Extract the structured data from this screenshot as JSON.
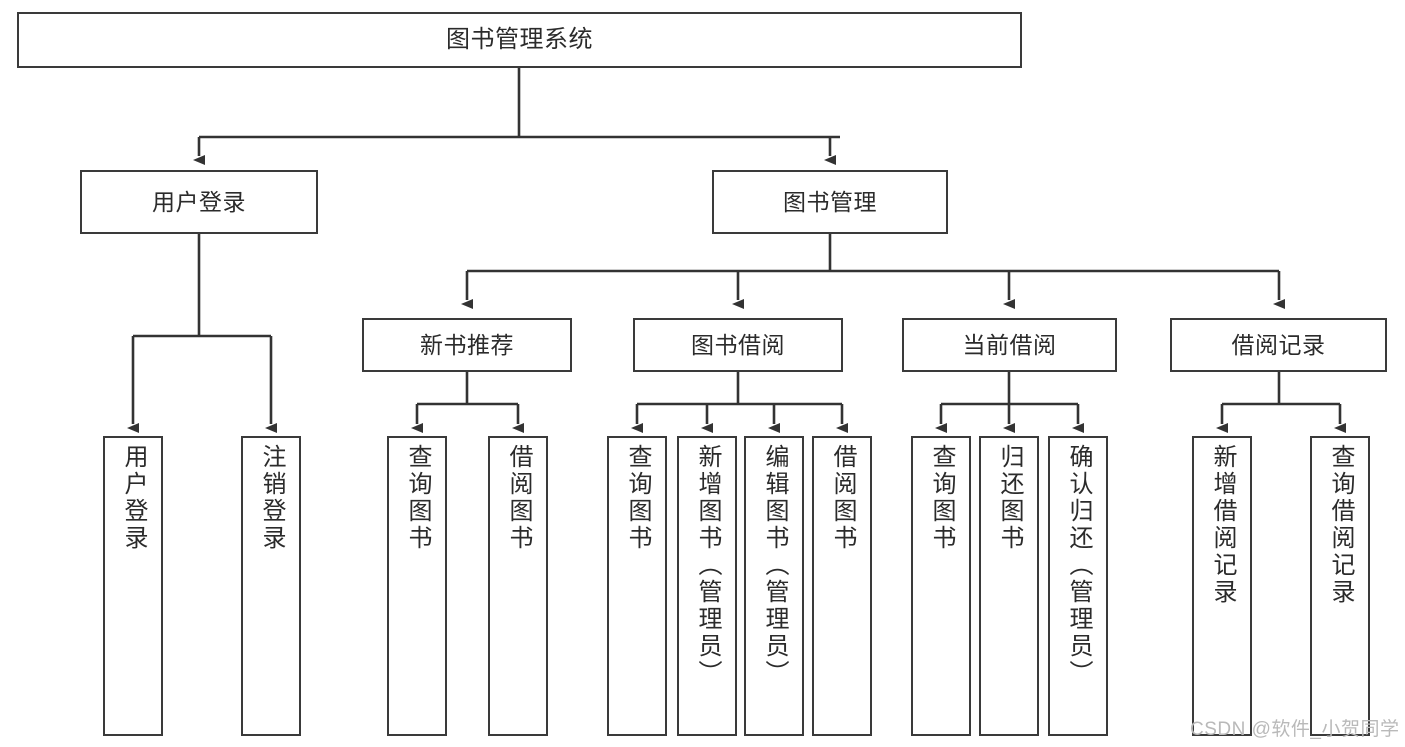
{
  "diagram": {
    "title": "图书管理系统",
    "type": "tree-hierarchy-chart",
    "colors": {
      "box_border": "#3a3a3a",
      "box_fill": "#ffffff",
      "edge": "#333333",
      "text": "#2b2b2b",
      "watermark": "#b9b9b9",
      "background": "#ffffff"
    },
    "levels": {
      "root": {
        "label": "图书管理系统"
      },
      "level2": [
        {
          "id": "user-login",
          "label": "用户登录"
        },
        {
          "id": "book-manage",
          "label": "图书管理"
        }
      ],
      "level3": [
        {
          "id": "new-book-rec",
          "label": "新书推荐"
        },
        {
          "id": "book-borrow",
          "label": "图书借阅"
        },
        {
          "id": "current-borrow",
          "label": "当前借阅"
        },
        {
          "id": "borrow-record",
          "label": "借阅记录"
        }
      ],
      "leaves": {
        "user-login": [
          {
            "id": "leaf-user-login",
            "label": "用户登录"
          },
          {
            "id": "leaf-logout",
            "label": "注销登录"
          }
        ],
        "new-book-rec": [
          {
            "id": "leaf-query-book-1",
            "label": "查询图书"
          },
          {
            "id": "leaf-borrow-book-1",
            "label": "借阅图书"
          }
        ],
        "book-borrow": [
          {
            "id": "leaf-query-book-2",
            "label": "查询图书"
          },
          {
            "id": "leaf-add-book",
            "label": "新增图书（管理员）"
          },
          {
            "id": "leaf-edit-book",
            "label": "编辑图书（管理员）"
          },
          {
            "id": "leaf-borrow-book-2",
            "label": "借阅图书"
          }
        ],
        "current-borrow": [
          {
            "id": "leaf-query-book-3",
            "label": "查询图书"
          },
          {
            "id": "leaf-return-book",
            "label": "归还图书"
          },
          {
            "id": "leaf-confirm-return",
            "label": "确认归还（管理员）"
          }
        ],
        "borrow-record": [
          {
            "id": "leaf-add-record",
            "label": "新增借阅记录"
          },
          {
            "id": "leaf-query-record",
            "label": "查询借阅记录"
          }
        ]
      }
    },
    "watermark": "CSDN @软件_小贺同学"
  }
}
